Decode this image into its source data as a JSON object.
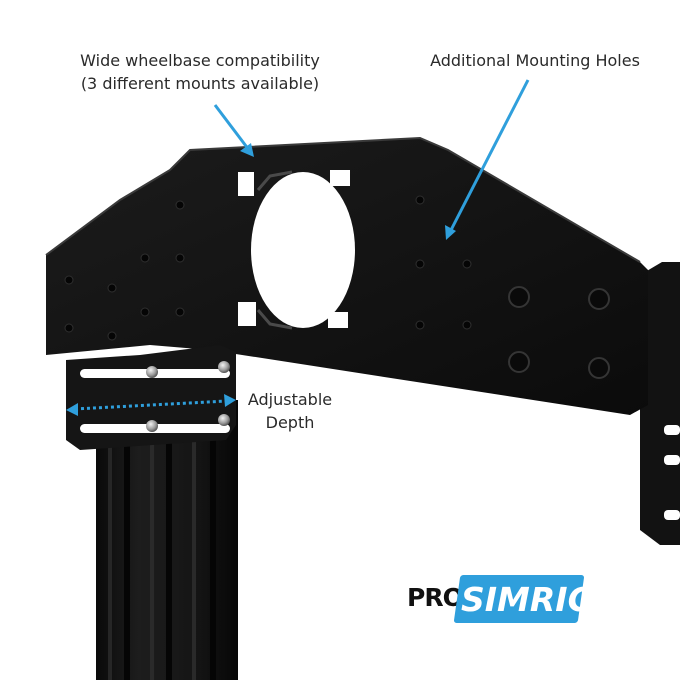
{
  "callouts": {
    "wheelbase_line1": "Wide wheelbase compatibility",
    "wheelbase_line2": "(3 different mounts available)",
    "mounting_holes": "Additional Mounting Holes",
    "depth_line1": "Adjustable",
    "depth_line2": "Depth"
  },
  "logo": {
    "pro": "PRO",
    "simrig": "SIMRIG"
  },
  "colors": {
    "accent": "#2f9fdc",
    "plate": "#111111",
    "text": "#2a2a2a"
  }
}
